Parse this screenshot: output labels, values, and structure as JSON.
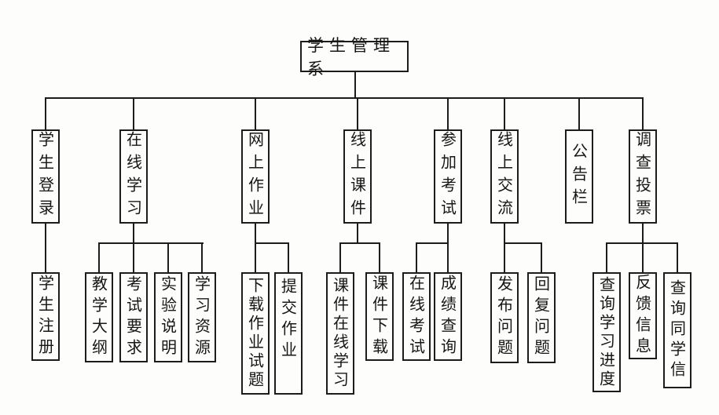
{
  "diagram_title": "学生管理系",
  "colors": {
    "background": "#fdfdfc",
    "line": "#1c1c1c",
    "text": "#161616"
  },
  "nodes": {
    "root": "学生管理系",
    "l2": [
      "学生登录",
      "在线学习",
      "网上作业",
      "线上课件",
      "参加考试",
      "线上交流",
      "公告栏",
      "调查投票"
    ],
    "l3": [
      "学生注册",
      "教学大纲",
      "考试要求",
      "实验说明",
      "学习资源",
      "下载作业试题",
      "提交作业",
      "课件在线学习",
      "课件下载",
      "在线考试",
      "成绩查询",
      "发布问题",
      "回复问题",
      "查询学习进度",
      "反馈信息",
      "查询同学信"
    ]
  },
  "hierarchy": {
    "学生管理系": [
      "学生登录",
      "在线学习",
      "网上作业",
      "线上课件",
      "参加考试",
      "线上交流",
      "公告栏",
      "调查投票"
    ],
    "学生登录": [
      "学生注册"
    ],
    "在线学习": [
      "教学大纲",
      "考试要求",
      "实验说明",
      "学习资源"
    ],
    "网上作业": [
      "下载作业试题",
      "提交作业"
    ],
    "线上课件": [
      "课件在线学习",
      "课件下载"
    ],
    "参加考试": [
      "在线考试",
      "成绩查询"
    ],
    "线上交流": [
      "发布问题",
      "回复问题"
    ],
    "公告栏": [],
    "调查投票": [
      "查询学习进度",
      "反馈信息",
      "查询同学信"
    ]
  }
}
